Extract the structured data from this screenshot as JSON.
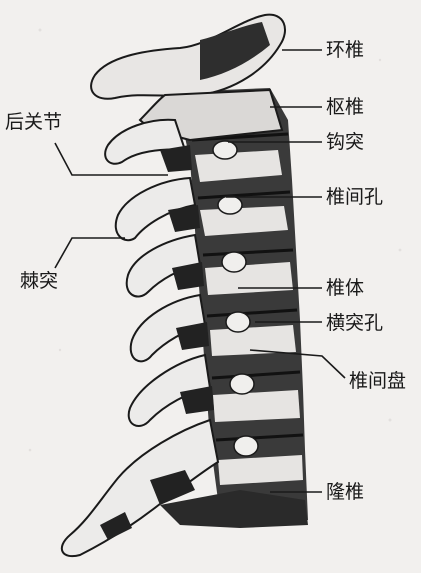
{
  "labels": {
    "atlas": "环椎",
    "axis": "枢椎",
    "uncinate_process": "钩突",
    "intervertebral_foramen": "椎间孔",
    "vertebral_body": "椎体",
    "transverse_foramen": "横突孔",
    "intervertebral_disc": "椎间盘",
    "vertebra_prominens": "隆椎",
    "posterior_facet_joint": "后关节",
    "spinous_process": "棘突"
  },
  "colors": {
    "background": "#f2f0ee",
    "bone_light": "#ecebea",
    "bone_shadow": "#232323",
    "line": "#1a1a1a"
  }
}
